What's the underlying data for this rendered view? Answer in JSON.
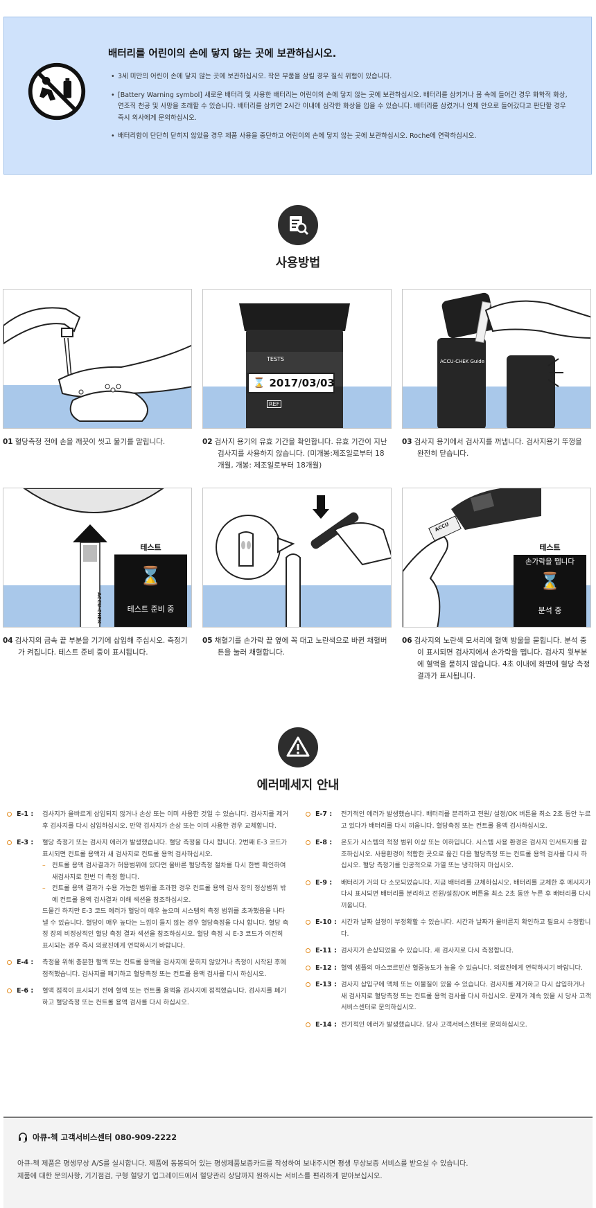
{
  "battery_warning": {
    "title": "배터리를 어린이의 손에 닿지 않는 곳에 보관하십시오.",
    "items": [
      "3세 미만의 어린이 손에 닿지 않는 곳에 보관하십시오. 작은 부품을 삼킬 경우 질식 위험이 있습니다.",
      "[Battery Warning symbol] 새로운 배터리 및 사용한 배터리는 어린이의 손에 닿지 않는 곳에 보관하십시오. 배터리를 삼키거나 몸 속에 들어간 경우 화학적 화상, 연조직 천공 및 사망을 초래할 수 있습니다. 배터리를 삼키면 2시간 이내에 심각한 화상을 입을 수 있습니다. 배터리를 삼켰거나 인체 안으로 들어갔다고 판단할 경우 즉시 의사에게 문의하십시오.",
      "배터리함이 단단히 닫히지 않았을 경우 제품 사용을 중단하고 어린이의 손에 닿지 않는 곳에 보관하십시오. Roche에 연락하십시오."
    ]
  },
  "usage": {
    "title": "사용방법",
    "steps": [
      {
        "num": "01",
        "text": "혈당측정 전에 손을 깨끗이 씻고 물기를 말립니다."
      },
      {
        "num": "02",
        "text": "검사지 용기의 유효 기간을 확인합니다. 유효 기간이 지난 검사지를 사용하지 않습니다. (미개봉:제조일로부터 18개월, 개봉: 제조일로부터 18개월)"
      },
      {
        "num": "03",
        "text": "검사지 용기에서 검사지를 꺼냅니다. 검사지용기 뚜껑을 완전히 닫습니다."
      },
      {
        "num": "04",
        "text": "검사지의 금속 끝 부분을 기기에 삽입해 주십시오. 측정기가 켜집니다. 테스트 준비 중이 표시됩니다."
      },
      {
        "num": "05",
        "text": "채혈기를 손가락 끝 옆에 꼭 대고 노란색으로 바뀐 채혈버튼을 눌러 채혈합니다."
      },
      {
        "num": "06",
        "text": "검사지의 노란색 모서리에 혈액 방울을 묻힙니다. 분석 중이 표시되면 검사지에서 손가락을 뗍니다. 검사지 윗부분에 혈액을 묻히지 않습니다. 4초 이내에 화면에 혈당 측정 결과가 표시됩니다."
      }
    ],
    "panel2_date": "2017/03/03",
    "panel2_tests": "TESTS",
    "panel2_ref": "REF",
    "panel3_brand": "ACCU-CHEK Guide",
    "panel4_screen_title": "테스트",
    "panel4_screen_status": "테스트 준비 중",
    "panel4_strip_text": "ACCU-CHEK",
    "panel6_screen_title": "테스트",
    "panel6_screen_msg": "손가락을 뗍니다",
    "panel6_screen_status": "분석 중",
    "panel6_strip_text": "ACCU"
  },
  "errors": {
    "title": "에러메세지 안내",
    "left": [
      {
        "code": "E-1 :",
        "text": "검사지가 올바르게 삽입되지 않거나 손상 또는 이미 사용한 것일 수 있습니다. 검사지를 제거 후 검사지를 다시 삽입하십시오. 만약 검사지가 손상 또는 이미 사용한 경우 교체합니다."
      },
      {
        "code": "E-3 :",
        "text": "혈당 측정기 또는 검사지 에러가 발생했습니다. 혈당 측정을 다시 합니다. 2번째 E-3 코드가 표시되면 컨트롤 용액과 새 검사지로 컨트롤 용액 검사하십시오.",
        "subs": [
          "컨트롤 용액 검사결과가 허용범위에 있다면 올바른 혈당측정 절차를 다시 한번 확인하여 새검사지로 한번 더 측정 합니다.",
          "컨트롤 용액 결과가 수용 가능한 범위를 초과한 경우 컨트롤 용액 검사 장의 정상범위 밖에 컨트롤 용액 검사결과 이해 섹션을 참조하십시오."
        ],
        "after": "드물긴 하지만 E-3 코드 에러가 혈당이 매우 높으며 시스템의 측정 범위를 초과했음을 나타낼 수 있습니다. 혈당이 매우 높다는 느낌이 들지 않는 경우 혈당측정을 다시 합니다. 혈당 측정 장의 비정상적인 혈당 측정 결과 섹션을 참조하십시오. 혈당 측정 시 E-3 코드가 여전히 표시되는 경우 즉시 의료진에게 연락하시기 바랍니다."
      },
      {
        "code": "E-4 :",
        "text": "측정을 위해 충분한 혈액 또는 컨트롤 용액을 검사지에 묻히지 않았거나 측정이 시작된 후에 점적했습니다. 검사지를 폐기하고 혈당측정 또는 컨트롤 용액 검사를 다시 하십시오."
      },
      {
        "code": "E-6 :",
        "text": "혈액 점적이 표시되기 전에 혈액 또는 컨트롤 용액을 검사지에 점적했습니다. 검사지를 폐기하고 혈당측정 또는 컨트롤 용액 검사를 다시 하십시오."
      }
    ],
    "right": [
      {
        "code": "E-7 :",
        "text": "전기적인 에러가 발생했습니다. 배터리를 분리하고 전원/ 설정/OK 버튼을 최소 2초 동안 누르고 있다가 배터리를 다시 끼웁니다. 혈당측정 또는 컨트롤 용액 검사하십시오."
      },
      {
        "code": "E-8 :",
        "text": "온도가 시스템의 적정 범위 이상 또는 이하입니다. 시스템 사용 환경은 검사지 인서트지를 참조하십시오. 사용환경이 적합한 곳으로 옮긴 다음 혈당측정 또는 컨트롤 용액 검사를 다시 하십시오. 혈당 측정기를 인공적으로 가열 또는 냉각하지 마십시오."
      },
      {
        "code": "E-9 :",
        "text": "배터리가 거의 다 소모되었습니다. 지금 배터리를 교체하십시오. 배터리를 교체한 후 메시지가 다시 표시되면 배터리를 분리하고 전원/설정/OK 버튼을 최소 2초 동안 누른 후 배터리를 다시 끼웁니다."
      },
      {
        "code": "E-10 :",
        "text": "시간과 날짜 설정이 부정확할 수 있습니다. 시간과 날짜가 올바른지 확인하고 필요시 수정합니다."
      },
      {
        "code": "E-11 :",
        "text": "검사지가 손상되었을 수 있습니다. 새 검사지로 다시 측정합니다."
      },
      {
        "code": "E-12 :",
        "text": "혈액 샘플의 아스코르빈산 혈중농도가 높을 수 있습니다. 의료진에게 연락하시기 바랍니다."
      },
      {
        "code": "E-13 :",
        "text": "검사지 삽입구에 액체 또는 이물질이 있을 수 있습니다. 검사지를 제거하고 다시 삽입하거나 새 검사지로 혈당측정 또는 컨트롤 용액 검사를 다시 하십시오. 문제가 계속 있을 시 당사 고객서비스센터로 문의하십시오."
      },
      {
        "code": "E-14 :",
        "text": "전기적인 에러가 발생했습니다. 당사 고객서비스센터로 문의하십시오."
      }
    ]
  },
  "footer": {
    "headline": "아큐-첵 고객서비스센터 080-909-2222",
    "line1": "아큐-첵 제품은 평생무상 A/S를 실시합니다. 제품에 동봉되어 있는 평생제품보증카드를 작성하여 보내주시면 평생 무상보증 서비스를 받으실 수 있습니다.",
    "line2": "제품에 대한 문의사항, 기기점검, 구형 혈당기 업그레이드에서 혈당관리 상담까지 원하시는 서비스를 편리하게 받아보십시오."
  },
  "colors": {
    "warning_bg": "#cfe2fb",
    "panel_blue": "#a9c8ea",
    "accent_orange": "#e28b1e",
    "dark_icon": "#2d2d2d"
  }
}
